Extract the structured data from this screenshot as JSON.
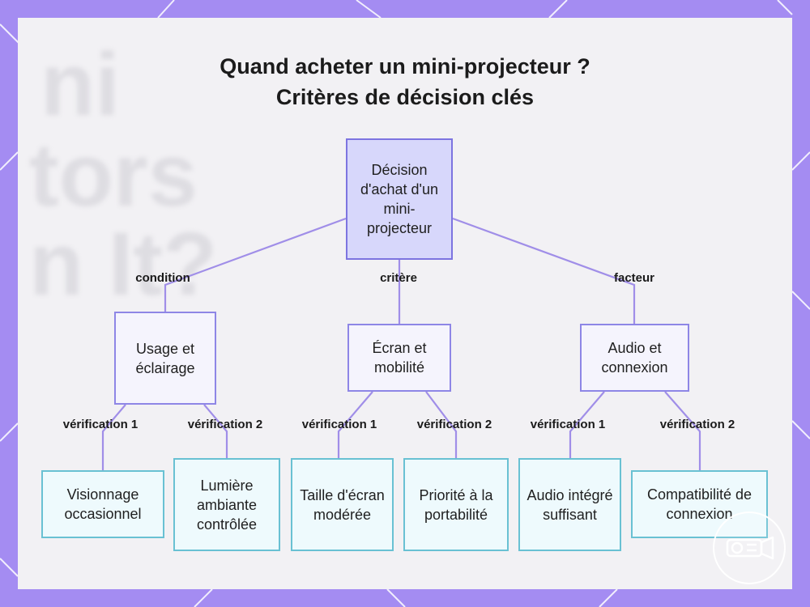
{
  "title": {
    "line1": "Quand acheter un mini-projecteur ?",
    "line2": "Critères de décision clés"
  },
  "nodes": {
    "root": "Décision d'achat d'un mini-projecteur",
    "usage": "Usage et éclairage",
    "ecran": "Écran et mobilité",
    "audio": "Audio et connexion",
    "leaf1": "Visionnage occasionnel",
    "leaf2": "Lumière ambiante contrôlée",
    "leaf3": "Taille d'écran modérée",
    "leaf4": "Priorité à la portabilité",
    "leaf5": "Audio intégré suffisant",
    "leaf6": "Compatibilité de connexion"
  },
  "edge_labels": {
    "condition": "condition",
    "critere": "critère",
    "facteur": "facteur",
    "usage_v1": "vérification 1",
    "usage_v2": "vérification 2",
    "ecran_v1": "vérification 1",
    "ecran_v2": "vérification 2",
    "audio_v1": "vérification 1",
    "audio_v2": "vérification 2"
  },
  "colors": {
    "frame": "#a48cf2",
    "root_fill": "#d7d7fb",
    "mid_fill": "#f5f4fd",
    "leaf_fill": "#eefafd",
    "edge": "#a08ee8"
  },
  "background_watermark": [
    "ni",
    "tors",
    "n It?"
  ],
  "logo_icon": "projector-icon"
}
